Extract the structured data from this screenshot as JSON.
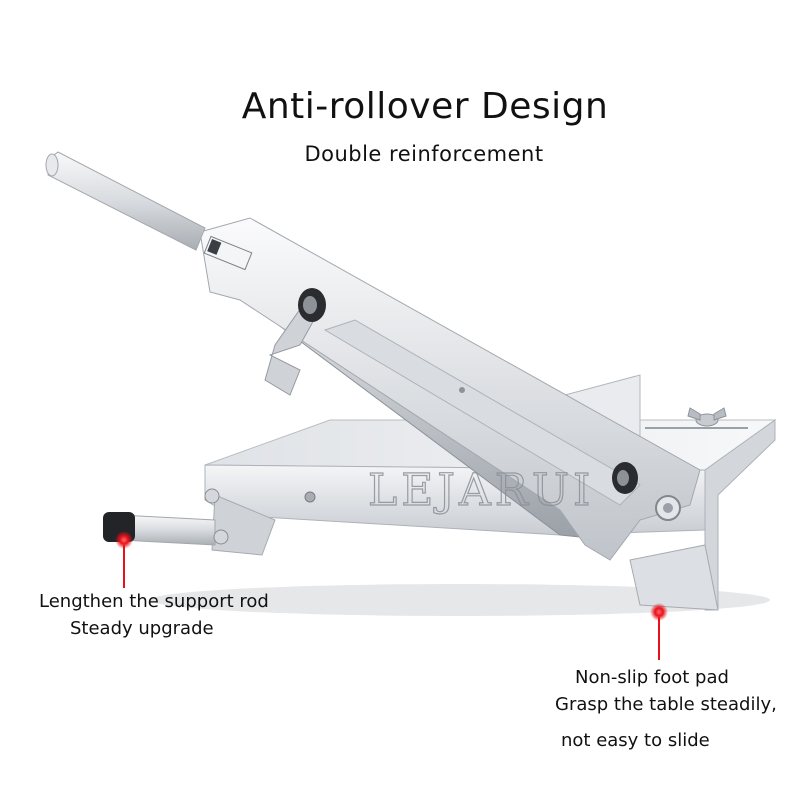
{
  "headline": {
    "title": "Anti-rollover Design",
    "subtitle": "Double reinforcement"
  },
  "callouts": {
    "support_rod": {
      "line1": "Lengthen the support rod",
      "line2": "Steady upgrade"
    },
    "foot_pad": {
      "line1": "Non-slip foot pad",
      "line2": "Grasp the table steadily,",
      "line3": "not easy to slide"
    }
  },
  "watermark": "LEJARUI",
  "colors": {
    "marker_red": "#e8101a",
    "steel_light": "#e9ebee",
    "steel_mid": "#c4c8cd",
    "steel_dark": "#8e939a",
    "text": "#111111"
  }
}
